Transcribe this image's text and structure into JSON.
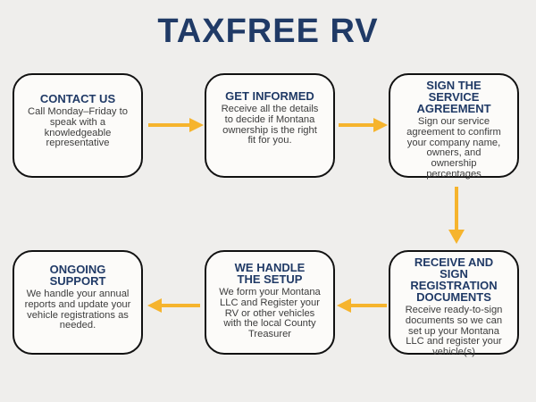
{
  "title": "TAXFREE RV",
  "colors": {
    "navy": "#203a66",
    "arrow": "#f6b42d",
    "background": "#efeeec",
    "box_fill": "#fcfbf9",
    "box_border": "#111111",
    "body_text": "#3d3d3d"
  },
  "steps": [
    {
      "id": "contact-us",
      "heading": "CONTACT US",
      "body": "Call Monday–Friday to speak with a knowledgeable representative"
    },
    {
      "id": "get-informed",
      "heading": "GET INFORMED",
      "body": "Receive all the details to decide if Montana ownership is the right fit for you."
    },
    {
      "id": "sign-the-service-agreement",
      "heading": "SIGN THE SERVICE AGREEMENT",
      "body": "Sign our service agreement to confirm your company name, owners, and ownership percentages"
    },
    {
      "id": "receive-and-sign-registration-documents",
      "heading": "RECEIVE AND SIGN REGISTRATION DOCUMENTS",
      "body": "Receive ready-to-sign documents so we can set up your Montana LLC and register your vehicle(s)"
    },
    {
      "id": "we-handle-the-setup",
      "heading": "WE HANDLE THE SETUP",
      "body": "We form your Montana LLC and Register your RV or other vehicles with the local County Treasurer"
    },
    {
      "id": "ongoing-support",
      "heading": "ONGOING SUPPORT",
      "body": "We handle your annual reports and update your vehicle registrations as needed."
    }
  ],
  "arrows": [
    {
      "from": "contact-us",
      "to": "get-informed",
      "direction": "right"
    },
    {
      "from": "get-informed",
      "to": "sign-the-service-agreement",
      "direction": "right"
    },
    {
      "from": "sign-the-service-agreement",
      "to": "receive-and-sign-registration-documents",
      "direction": "down"
    },
    {
      "from": "receive-and-sign-registration-documents",
      "to": "we-handle-the-setup",
      "direction": "left"
    },
    {
      "from": "we-handle-the-setup",
      "to": "ongoing-support",
      "direction": "left"
    }
  ]
}
